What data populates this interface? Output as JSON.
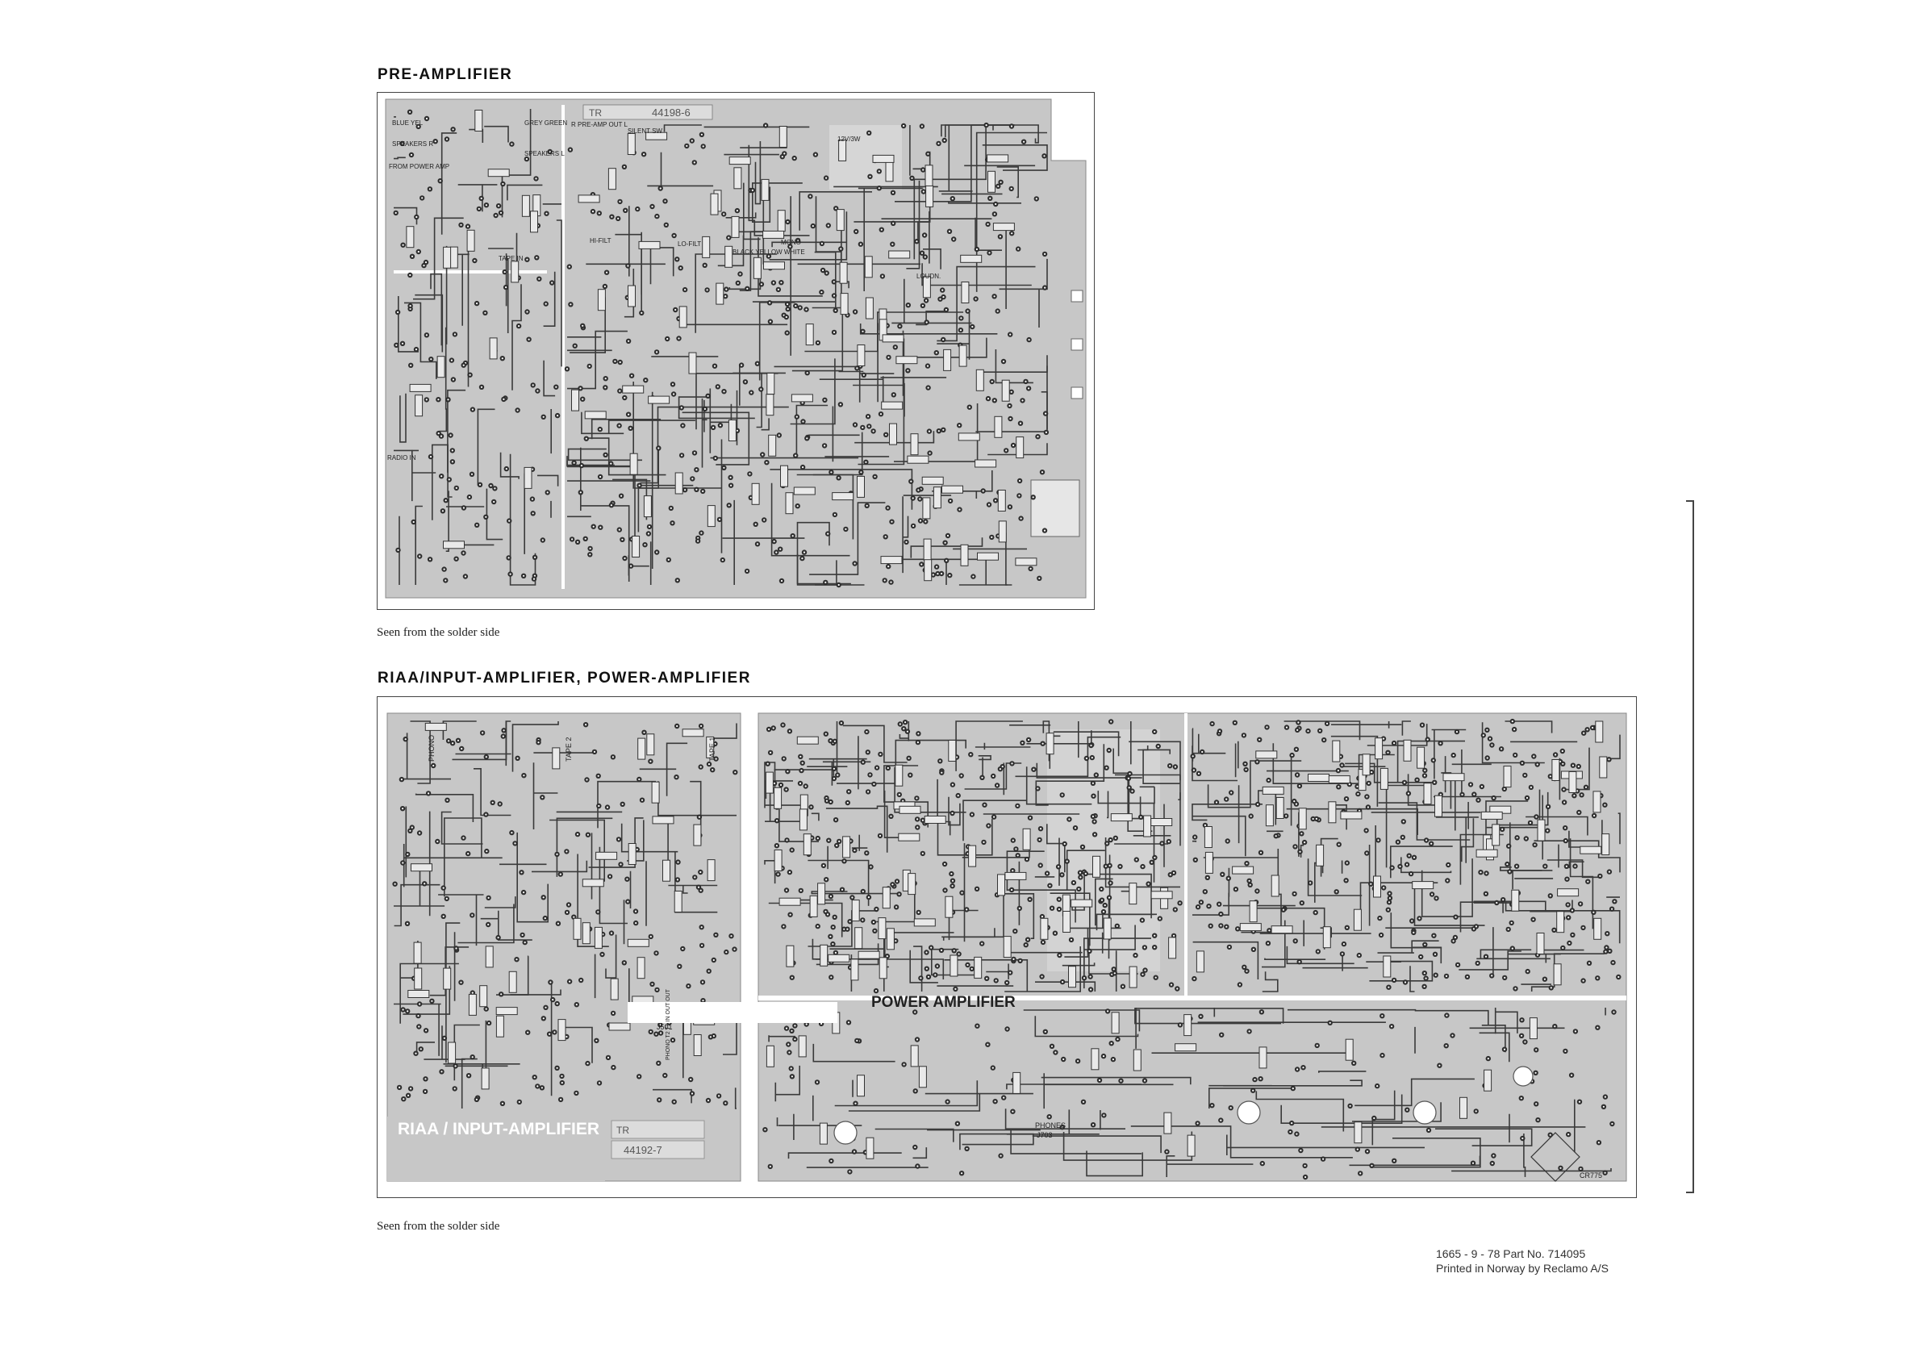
{
  "pre_amp": {
    "heading": "PRE-AMPLIFIER",
    "caption": "Seen from the solder side",
    "stamp_tr": "TR",
    "stamp_no": "44198-6",
    "labels": [
      "BLUE YEL",
      "SPEAKERS R",
      "FROM POWER AMP",
      "GREY GREEN",
      "SPEAKERS L",
      "R PRE-AMP OUT L",
      "SILENT SW",
      "12V/3W",
      "HI-FILT",
      "LO-FILT",
      "MONO",
      "BLACK YELLOW WHITE",
      "LOUDN.",
      "TAPE IN",
      "RADIO IN"
    ]
  },
  "riaa_power": {
    "heading": "RIAA/INPUT-AMPLIFIER, POWER-AMPLIFIER",
    "caption": "Seen from the solder side",
    "label_riaa": "RIAA / INPUT-AMPLIFIER",
    "label_power": "POWER AMPLIFIER",
    "label_phono": "PHONO",
    "label_tape2": "TAPE 2",
    "label_tape1": "TAPE 1",
    "label_phones": "PHONES",
    "label_jack": "J703",
    "label_j501": "J501",
    "label_phono_out": "PHONO T2 T1 IN OUT OUT",
    "label_bridge": "CR775",
    "stamp_tr": "TR",
    "stamp_no": "44192-7"
  },
  "footer": {
    "line1": "1665 - 9 - 78   Part No. 714095",
    "line2": "Printed in Norway by Reclamo A/S"
  },
  "colors": {
    "copper": "#c7c7c7",
    "copper_dark": "#a9a9a9",
    "trace": "#3a3a3a",
    "hole": "#ffffff"
  }
}
